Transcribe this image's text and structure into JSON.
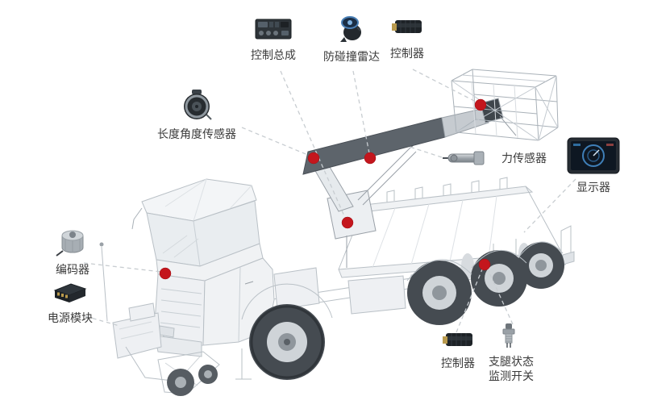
{
  "colors": {
    "marker_red": "#c4161d",
    "connector_line": "#c8cdd1",
    "label_text": "#3b3b3b",
    "wireframe_gray": "#b9c0c6"
  },
  "callouts": [
    {
      "label": "控制总成",
      "icon": "control-assembly-icon"
    },
    {
      "label": "防碰撞雷达",
      "icon": "anti-collision-radar-icon"
    },
    {
      "label": "控制器",
      "icon": "controller-connector-icon"
    },
    {
      "label": "长度角度传感器",
      "icon": "draw-wire-angle-sensor-icon"
    },
    {
      "label": "力传感器",
      "icon": "force-sensor-pin-icon"
    },
    {
      "label": "显示器",
      "icon": "display-monitor-icon"
    },
    {
      "label": "编码器",
      "icon": "encoder-icon"
    },
    {
      "label": "电源模块",
      "icon": "power-module-icon"
    },
    {
      "label": "控制器",
      "icon": "controller-connector-icon"
    },
    {
      "label_line1": "支腿状态",
      "label_line2": "监测开关",
      "icon": "outrigger-switch-icon"
    }
  ],
  "marker_count": 6
}
